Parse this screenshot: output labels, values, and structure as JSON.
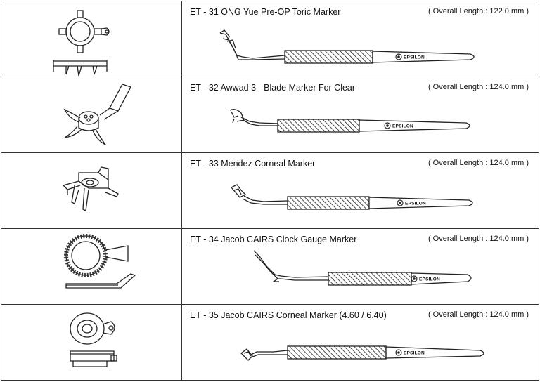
{
  "brand": "EPSILON",
  "products": [
    {
      "title": "ET - 31 ONG Yue Pre-OP Toric Marker",
      "length": "( Overall Length : 122.0 mm )",
      "icon": "toric-marker-tip-icon"
    },
    {
      "title": "ET - 32 Awwad 3 - Blade Marker For Clear",
      "length": "( Overall Length : 124.0 mm )",
      "icon": "three-blade-marker-tip-icon"
    },
    {
      "title": "ET - 33 Mendez Corneal Marker",
      "length": "( Overall Length : 124.0 mm )",
      "icon": "mendez-marker-tip-icon"
    },
    {
      "title": "ET - 34 Jacob CAIRS Clock Gauge Marker",
      "length": "( Overall Length : 124.0 mm )",
      "icon": "clock-gauge-tip-icon"
    },
    {
      "title": "ET - 35 Jacob CAIRS Corneal Marker (4.60 / 6.40)",
      "length": "( Overall Length : 124.0 mm )",
      "icon": "cairs-marker-tip-icon"
    }
  ]
}
